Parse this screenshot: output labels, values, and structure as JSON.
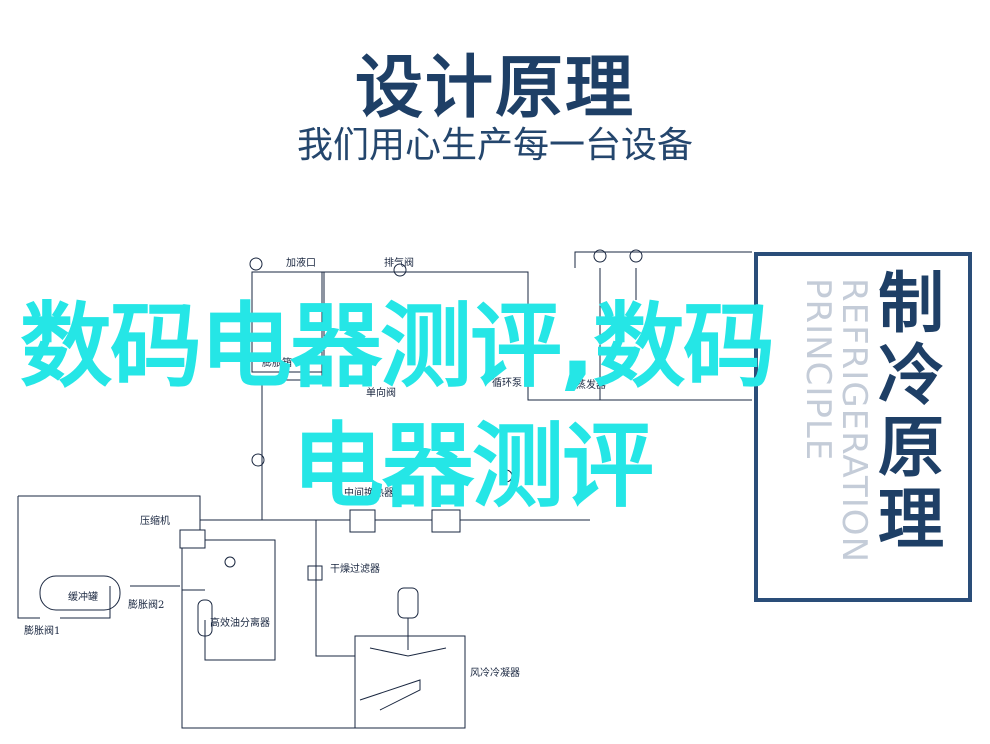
{
  "header": {
    "title": "设计原理",
    "subtitle": "我们用心生产每一台设备"
  },
  "schematic": {
    "labels": {
      "add_valve": "加液口",
      "exhaust_valve": "排气阀",
      "expansion_tank": "膨胀箱",
      "one_way_valve": "单向阀",
      "circulation_pump": "循环泵",
      "evaporator": "蒸发器",
      "intermediate_exchanger": "中间换热器",
      "compressor": "压缩机",
      "filter_dryer": "干燥过滤器",
      "cooling_coil": "缓冲罐",
      "expansion_valve_2": "膨胀阀2",
      "expansion_valve_1": "膨胀阀1",
      "oil_separator": "高效油分离器",
      "condenser": "风冷冷凝器"
    }
  },
  "sidebar": {
    "title": "制冷原理",
    "subtitle_en": "REFRIGERATION PRINCIPLE"
  },
  "watermark": {
    "line1": "数码电器测评,数码",
    "line2": "电器测评"
  },
  "colors": {
    "title": "#1e3f66",
    "lines": "#1a2740",
    "box_border": "#2a4d79",
    "watermark": "#25e6e6"
  }
}
